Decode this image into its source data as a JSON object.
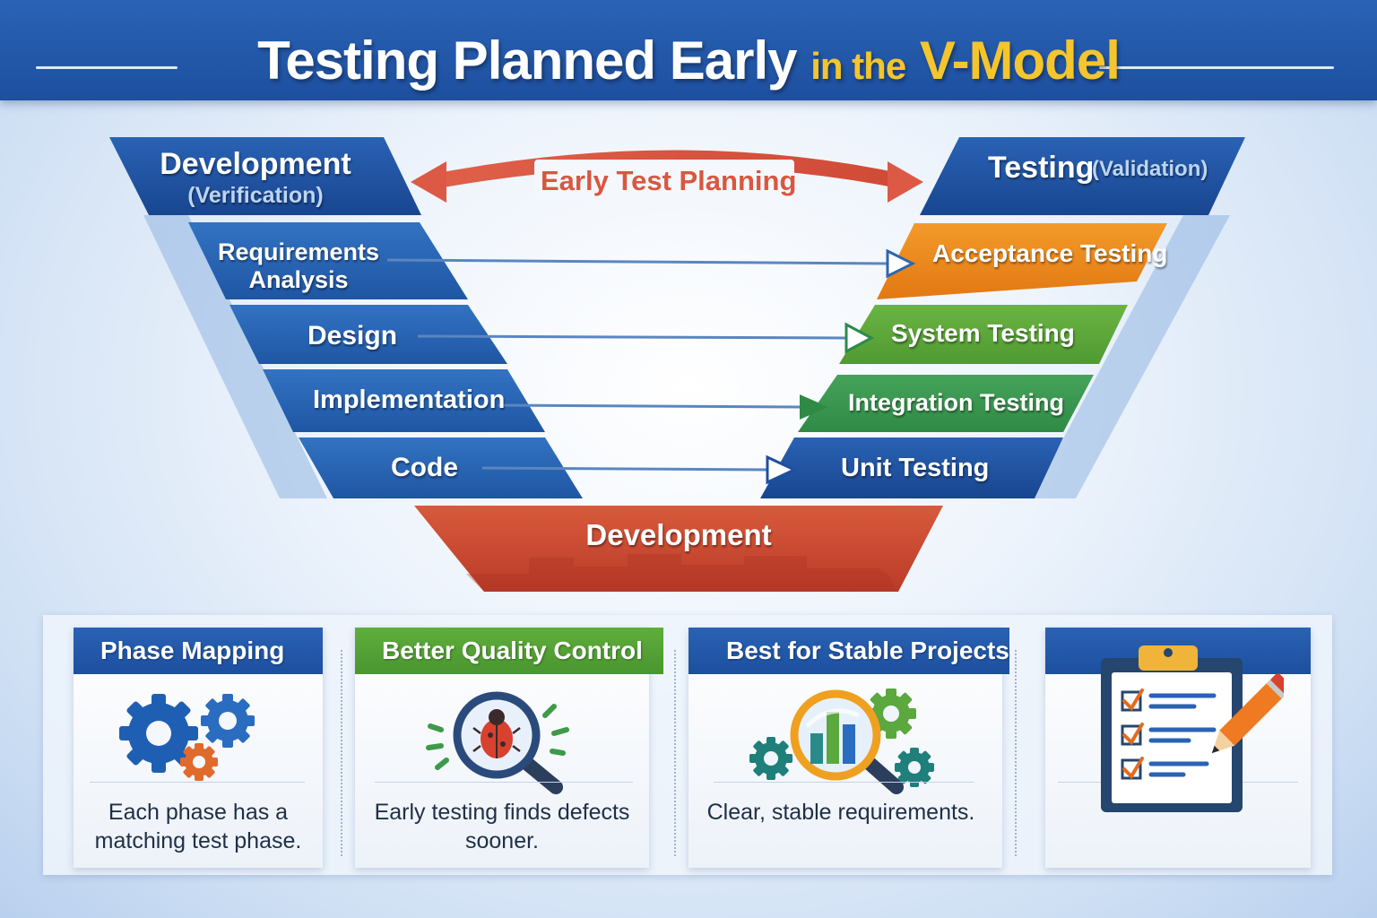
{
  "title": {
    "part1": "Testing Planned Early",
    "part2": "in the",
    "part3": "V-Model"
  },
  "left_header": {
    "title": "Development",
    "subtitle": "(Verification)"
  },
  "right_header": {
    "title": "Testing",
    "subtitle": "(Validation)"
  },
  "planning_label": "Early Test Planning",
  "left_phases": [
    "Requirements Analysis",
    "Design",
    "Implementation",
    "Code"
  ],
  "right_phases": [
    "Acceptance Testing",
    "System Testing",
    "Integration Testing",
    "Unit Testing"
  ],
  "base_label": "Development",
  "cards": [
    {
      "title": "Phase Mapping",
      "text": "Each phase has a matching test phase."
    },
    {
      "title": "Better Quality Control",
      "text": "Early testing finds defects sooner."
    },
    {
      "title": "Best for Stable Projects",
      "text": "Clear, stable requirements."
    }
  ],
  "colors": {
    "navy": "#1f4f9c",
    "blue": "#2a66b5",
    "orange": "#ee8a1d",
    "green": "#5ea83a",
    "teal_green": "#3b9a4e",
    "red": "#c9452f",
    "gold": "#f4c52c"
  },
  "icons": [
    "gears-icon",
    "bug-magnifier-icon",
    "chart-magnifier-gears-icon",
    "clipboard-checklist-pencil-icon"
  ]
}
